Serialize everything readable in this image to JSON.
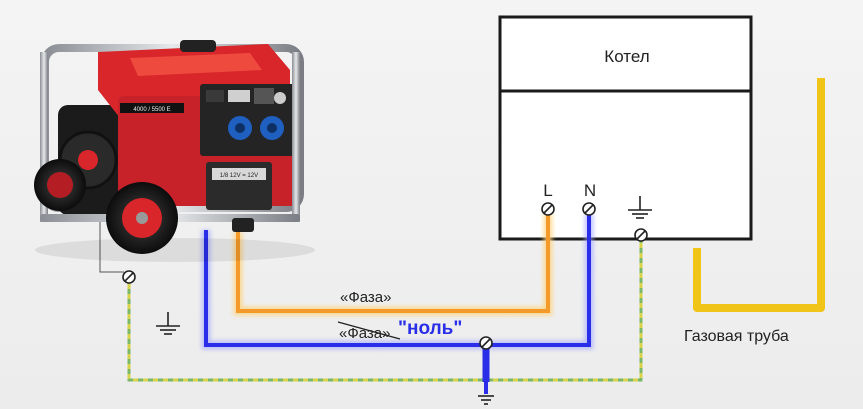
{
  "boiler": {
    "title": "Котел",
    "terminal_l": "L",
    "terminal_n": "N"
  },
  "gas_pipe": {
    "label": "Газовая труба"
  },
  "wires": {
    "phase_label": "«Фаза»",
    "crossed_phase_label": "«Фаза»",
    "neutral_label": "\"ноль\""
  },
  "generator": {
    "panel_badge": "4000 / 5500 E",
    "outlet_label": "1/8 12V = 12V"
  },
  "colors": {
    "phase": "#f39a2a",
    "neutral": "#2a2ee8",
    "ground_yellow": "#d8d34a",
    "ground_green": "#7ab86a",
    "gas_pipe": "#f0c419",
    "box_stroke": "#1a1a1a",
    "generator_red": "#d8262a"
  },
  "icons": [
    "ground-symbol-icon",
    "terminal-screw-icon"
  ]
}
